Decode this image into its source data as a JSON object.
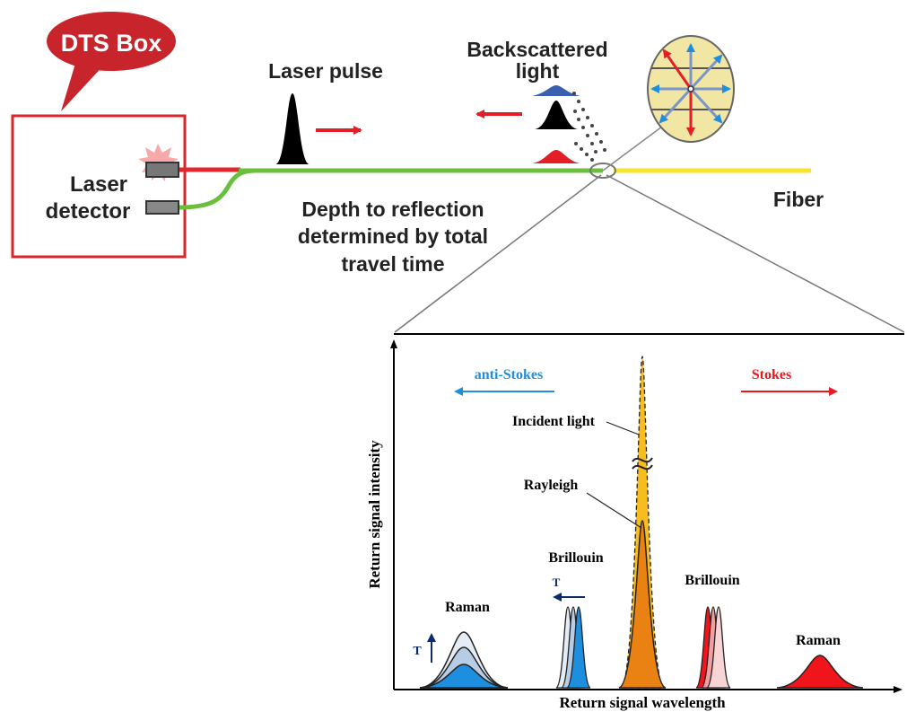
{
  "top": {
    "callout_label": "DTS Box",
    "laser_label": "Laser",
    "detector_label": "detector",
    "laser_pulse_label": "Laser pulse",
    "backscatter_line1": "Backscattered",
    "backscatter_line2": "light",
    "fiber_label": "Fiber",
    "depth_line1": "Depth to reflection",
    "depth_line2": "determined by total",
    "depth_line3": "travel time"
  },
  "spectrum": {
    "ylabel": "Return signal intensity",
    "xlabel": "Return signal wavelength",
    "anti_stokes": "anti-Stokes",
    "stokes": "Stokes",
    "incident": "Incident light",
    "rayleigh": "Rayleigh",
    "brillouin_left": "Brillouin",
    "brillouin_right": "Brillouin",
    "raman_left": "Raman",
    "raman_right": "Raman",
    "t_label_raman": "T",
    "t_label_brillouin": "T"
  },
  "colors": {
    "box_red": "#d9262b",
    "fiber_green": "#6abf3c",
    "fiber_yellow": "#f3e62c",
    "anti_stokes_blue": "#1d8fde",
    "stokes_red": "#f2141b",
    "rayleigh_orange": "#e98212",
    "incident_yellow": "#f7bd1e",
    "dark_blue": "#0d2a6b"
  }
}
